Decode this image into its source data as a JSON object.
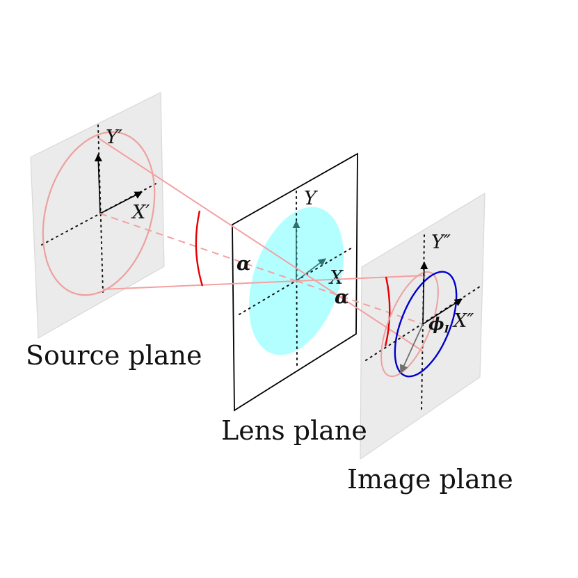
{
  "labels": {
    "source_plane": "Source plane",
    "lens_plane": "Lens plane",
    "image_plane": "Image plane"
  },
  "axes": {
    "source_y": "Y′",
    "source_x": "X′",
    "lens_y": "Y",
    "lens_x": "X",
    "image_y": "Y″",
    "image_x": "X″"
  },
  "angles": {
    "alpha_source": "α",
    "alpha_image": "α",
    "phi": "ϕ",
    "phi_subscript": "I"
  },
  "colors": {
    "plane_fill": "#ebebeb",
    "plane_edge": "#d0d0d0",
    "lens_fill": "#b3ffff",
    "cone": "#f4a0a0",
    "source_ellipse": "#eda0a0",
    "angle_arc": "#e60000",
    "image_ellipse": "#0000cc",
    "arrow_gray": "#707070"
  }
}
